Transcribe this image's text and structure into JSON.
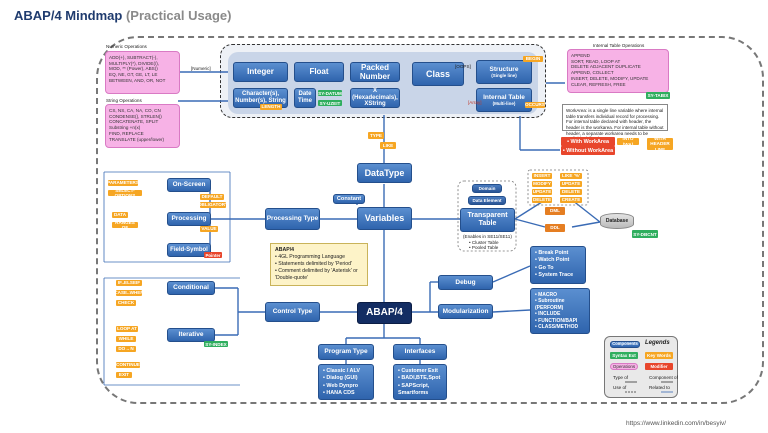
{
  "title": {
    "main": "ABAP/4 Mindmap",
    "sub": "(Practical Usage)"
  },
  "footer_url": "https://www.linkedin.com/in/besyiv/",
  "colors": {
    "node": "#2f64ad",
    "core": "#132d63",
    "tag_orange": "#f6a623",
    "tag_green": "#2fae5e",
    "tag_red": "#e8462c",
    "pink": "#f7b2e6"
  },
  "numeric_ops": {
    "title": "Numeric Operations",
    "lines": [
      "ADD(+), SUBTRACT(-),",
      "MULTIPLY(*), DIVIDE(/),",
      "MOD, ** (Power), ABS()",
      "EQ, NE, GT, GE, LT, LE",
      "BETWEEN, AND, OR, NOT"
    ]
  },
  "string_ops": {
    "title": "String Operations",
    "lines": [
      "CS, NS, CA, NA, CO, CN",
      "CONDENSE(), STRLEN()",
      "CONCATENATE, SPLIT",
      "Substring +n(x)",
      "FIND, REPLACE",
      "TRANSLATE (upper/lower)"
    ]
  },
  "itab_ops": {
    "title": "Internal Table Operations",
    "lines": [
      "APPEND",
      "SORT, READ, LOOP AT",
      "DELETE ADJACENT DUPLICATE",
      "APPEND, COLLECT",
      "INSERT, DELETE, MODIFY, UPDATE",
      "CLEAR, REFRESH, FREE"
    ]
  },
  "workarea_note": "WorkArea: is a single line variable where internal table transfers individual record for processing. For internal table declared with header, the header is the workarea. For internal table without header, a separate workarea needs to be explicitly defined",
  "datatypes": {
    "numeric_label": "[Numeric]",
    "integer": "Integer",
    "float": "Float",
    "packed": "Packed Number",
    "char": "Character(s), Number(s), String",
    "date": "Date Time",
    "hex": "X (Hexadecimals), XString",
    "class": "Class",
    "oops": "[OOPS]",
    "structure": "Structure",
    "structure_sub": "(Single line)",
    "itab": "Internal Table",
    "itab_sub": "(Multi-line)",
    "array": "[Array]",
    "tags": {
      "length": "LENGTH",
      "sy_datum": "SY-DATUM",
      "sy_uzeit": "SY-UZEIT",
      "length2": "LENGTH",
      "begin": "BEGIN",
      "occurs": "OCCURS",
      "sy_tabix": "SY-TABIX"
    }
  },
  "workarea": {
    "with": "• With WorkArea",
    "without": "• Without WorkArea",
    "tag1": "INTO (WA)",
    "tag2": "WITH HEADER LINE"
  },
  "datatype_node": {
    "label": "DataType",
    "type_tag": "TYPE",
    "like_tag": "LIKE"
  },
  "variables": "Variables",
  "constant": "Constant",
  "processing_type": "Processing Type",
  "on_screen": {
    "label": "On-Screen",
    "tag1": "DEFAULT",
    "tag2": "OBLIGATORY"
  },
  "processing": {
    "label": "Processing",
    "tag": "VALUE"
  },
  "field_symbol": {
    "label": "Field-Symbol",
    "tag": "Pointer"
  },
  "left_tags": {
    "parameters": "PARAMETERS",
    "select_options": "SELECT-OPTIONS",
    "data": "DATA",
    "ranges": "RANGES OF"
  },
  "transparent_table": {
    "label": "Transparent Table",
    "domain": "Domain",
    "data_element": "Data Element",
    "note": "(Enables in SE11/SE11)",
    "bullets": [
      "• Cluster Table",
      "• Pooled Table"
    ]
  },
  "sql": {
    "dml": "DML",
    "ddl": "DDL",
    "db": "Database",
    "tag": "SY-DBCNT",
    "dml_tags": [
      "INSERT",
      "MODIFY",
      "UPDATE",
      "DELETE"
    ],
    "dml_tags2": [
      "LIKE '%'",
      "UPDATE",
      "DELETE",
      "CREATE"
    ]
  },
  "abap_info": {
    "title": "ABAP/4",
    "lines": [
      "• 4GL Programming Language",
      "• Statements delimited by 'Period'",
      "• Comment delimited by 'Asterisk' or 'Double-quote'"
    ]
  },
  "abap_core": "ABAP/4",
  "conditional": {
    "label": "Conditional",
    "tags": [
      "IF..ELSEIF",
      "CASE..WHEN",
      "CHECK"
    ]
  },
  "iterative": {
    "label": "Iterative",
    "tags": [
      "LOOP AT",
      "WHILE",
      "DO .. N",
      "CONTINUE",
      "EXIT"
    ],
    "gtag": "SY-INDEX"
  },
  "control_type": "Control Type",
  "debug": {
    "label": "Debug",
    "items": [
      "• Break Point",
      "• Watch Point",
      "• Go To",
      "• System Trace"
    ]
  },
  "modularization": {
    "label": "Modularization",
    "items": [
      "• MACRO",
      "• Subroutine",
      "  (PERFORM)",
      "• INCLUDE",
      "• FUNCTION/BAPI",
      "• CLASS/METHOD"
    ]
  },
  "program_type": {
    "label": "Program Type",
    "items": [
      "• Classic / ALV",
      "• Dialog (GUI)",
      "• Web Dynpro",
      "• HANA CDS"
    ]
  },
  "interfaces": {
    "label": "Interfaces",
    "items": [
      "• Customer Exit",
      "• BADI,BTE,Spot",
      "• SAPScript,",
      "  Smartforms"
    ]
  },
  "legend": {
    "title": "Legends",
    "components": "Components",
    "syntax_ext": "Syntax Ext",
    "key_words": "Key Words",
    "operations": "Operations",
    "modifier": "Modifier",
    "type_of": "Type of",
    "use_of": "Use of",
    "component_of": "Component of",
    "related_to": "Related to"
  }
}
